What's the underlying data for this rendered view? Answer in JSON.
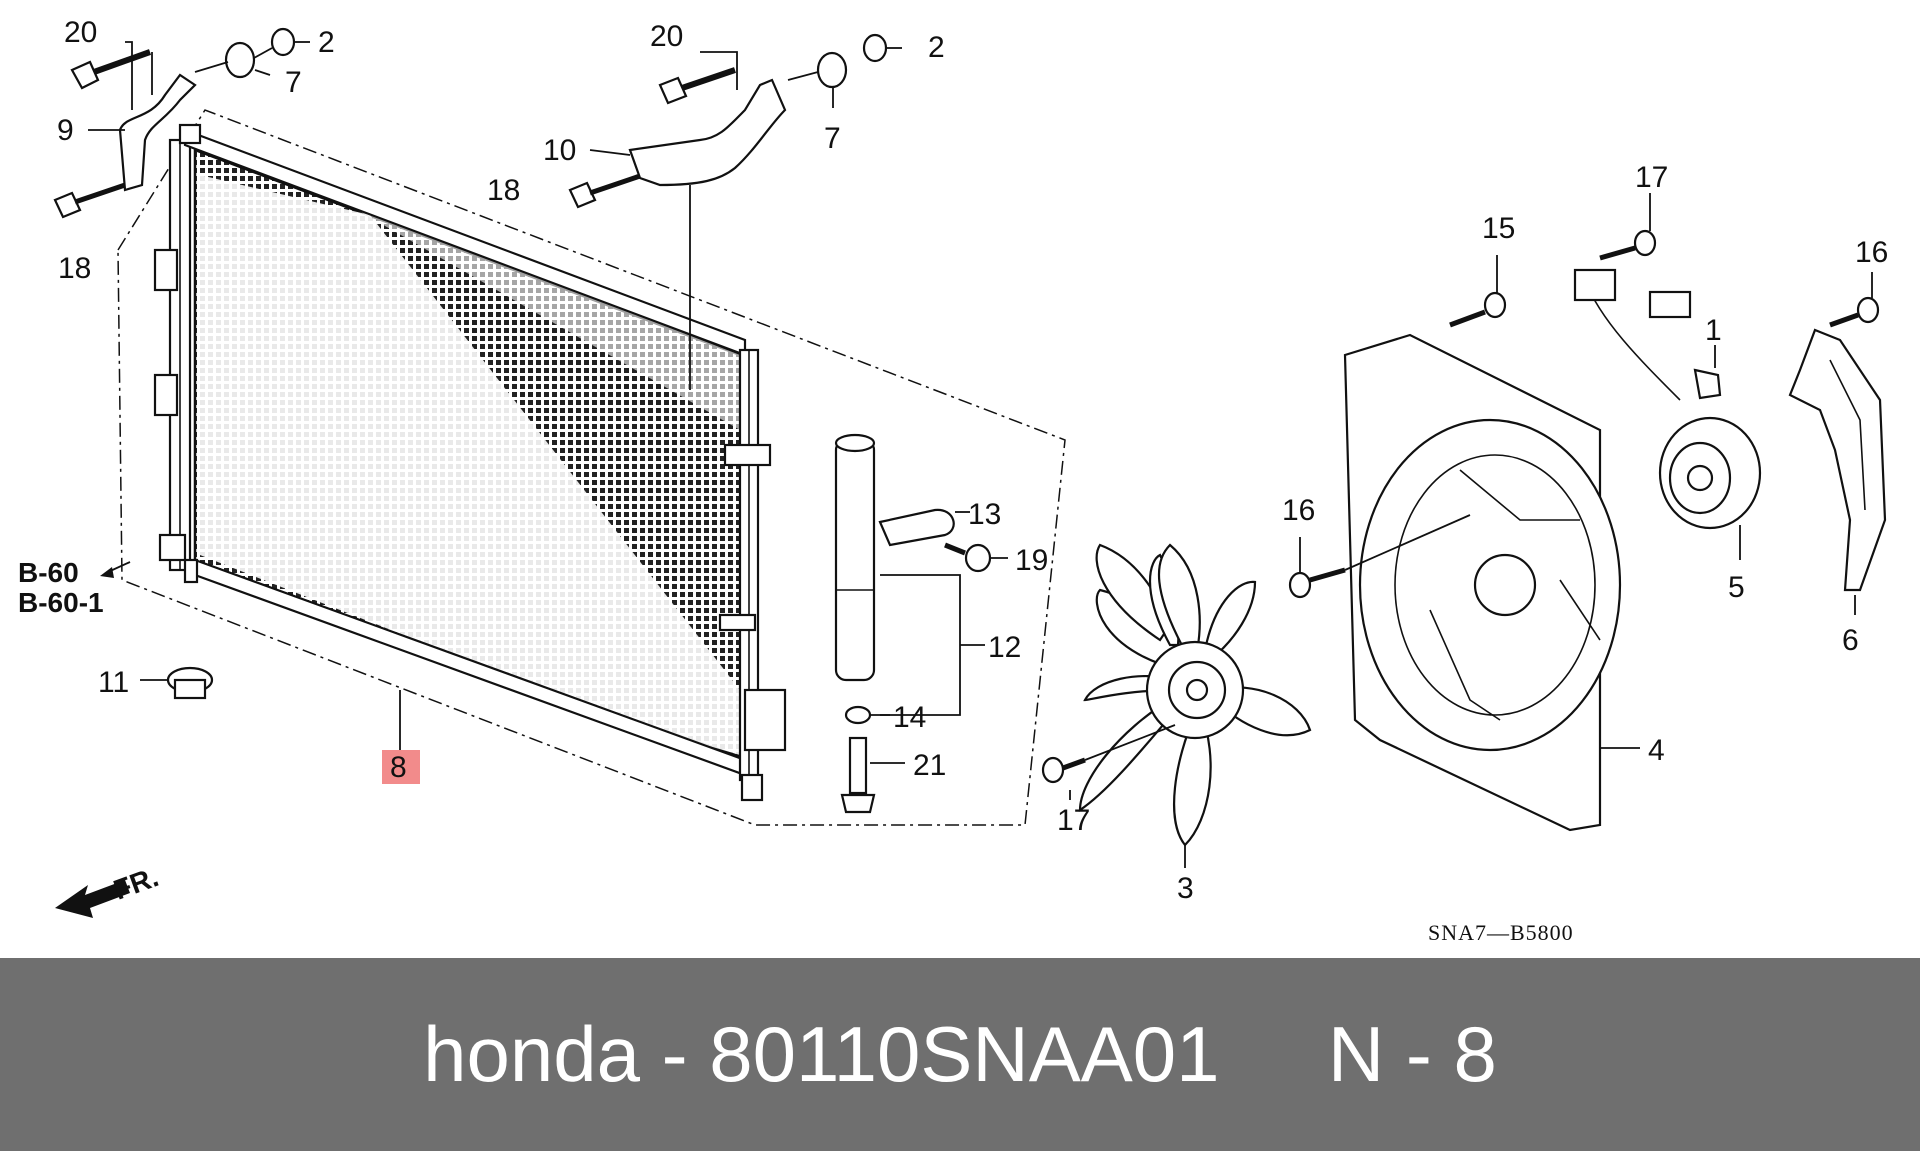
{
  "diagram": {
    "labels": {
      "p20a": "20",
      "p2a": "2",
      "p7a": "7",
      "p9": "9",
      "p18a": "18",
      "p20b": "20",
      "p2b": "2",
      "p7b": "7",
      "p10": "10",
      "p18b": "18",
      "p17a": "17",
      "p15": "15",
      "p16a": "16",
      "p1": "1",
      "p5": "5",
      "p6": "6",
      "p16b": "16",
      "p4": "4",
      "p13": "13",
      "p19": "19",
      "p12": "12",
      "p14": "14",
      "p21": "21",
      "p17b": "17",
      "p3": "3",
      "p11": "11",
      "p8": "8",
      "b60": "B-60",
      "b601": "B-60-1",
      "fr": "FR."
    },
    "highlight_color": "#f28b8b",
    "reference_code": "SNA7—B5800"
  },
  "footer": {
    "title": "honda - 80110SNAA01     N - 8",
    "background": "#6f6f6f",
    "text_color": "#ffffff"
  }
}
